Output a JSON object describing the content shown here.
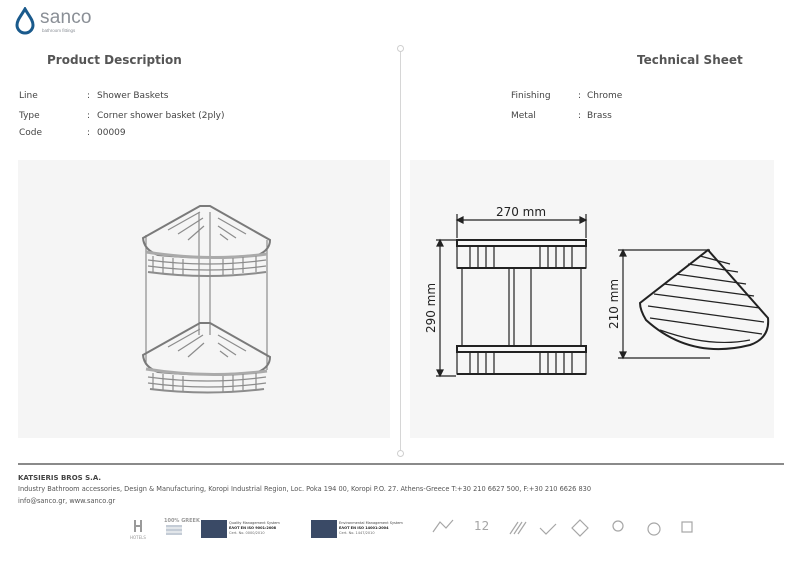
{
  "brand": {
    "name": "sanco",
    "tagline": "bathroom fittings",
    "color": "#8a8f96",
    "drop_color": "#1a5a8c"
  },
  "headings": {
    "product_description": "Product Description",
    "technical_sheet": "Technical Sheet"
  },
  "specs_left": [
    {
      "label": "Line",
      "value": "Shower Baskets"
    },
    {
      "label": "Type",
      "value": "Corner shower basket (2ply)"
    },
    {
      "label": "Code",
      "value": "00009"
    }
  ],
  "specs_right": [
    {
      "label": "Finishing",
      "value": "Chrome"
    },
    {
      "label": "Metal",
      "value": "Brass"
    }
  ],
  "separator": ":",
  "dimensions": {
    "width": "270 mm",
    "height": "290 mm",
    "depth": "210 mm"
  },
  "footer": {
    "company": "KATSIERIS BROS S.A.",
    "address": "Industry Bathroom accessories, Design & Manufacturing, Koropi Industrial Region, Loc. Poka 194 00, Koropi P.O. 27. Athens-Greece   T:+30 210 6627 500, F:+30 210 6626 830",
    "contact": "info@sanco.gr, www.sanco.gr"
  },
  "certifications": {
    "qms_title": "Quality Management System",
    "qms_std": "ΕΛΟΤ EN ISO 9001:2008",
    "qms_cert": "Cert. No. 0000/2010",
    "ems_title": "Environmental Management System",
    "ems_std": "ΕΛΟΤ EN ISO 14001:2004",
    "ems_cert": "Cert. No. 1447/2010",
    "hotels_label": "HOTELS",
    "greek_label": "100% GREEK",
    "years_label": "12"
  }
}
